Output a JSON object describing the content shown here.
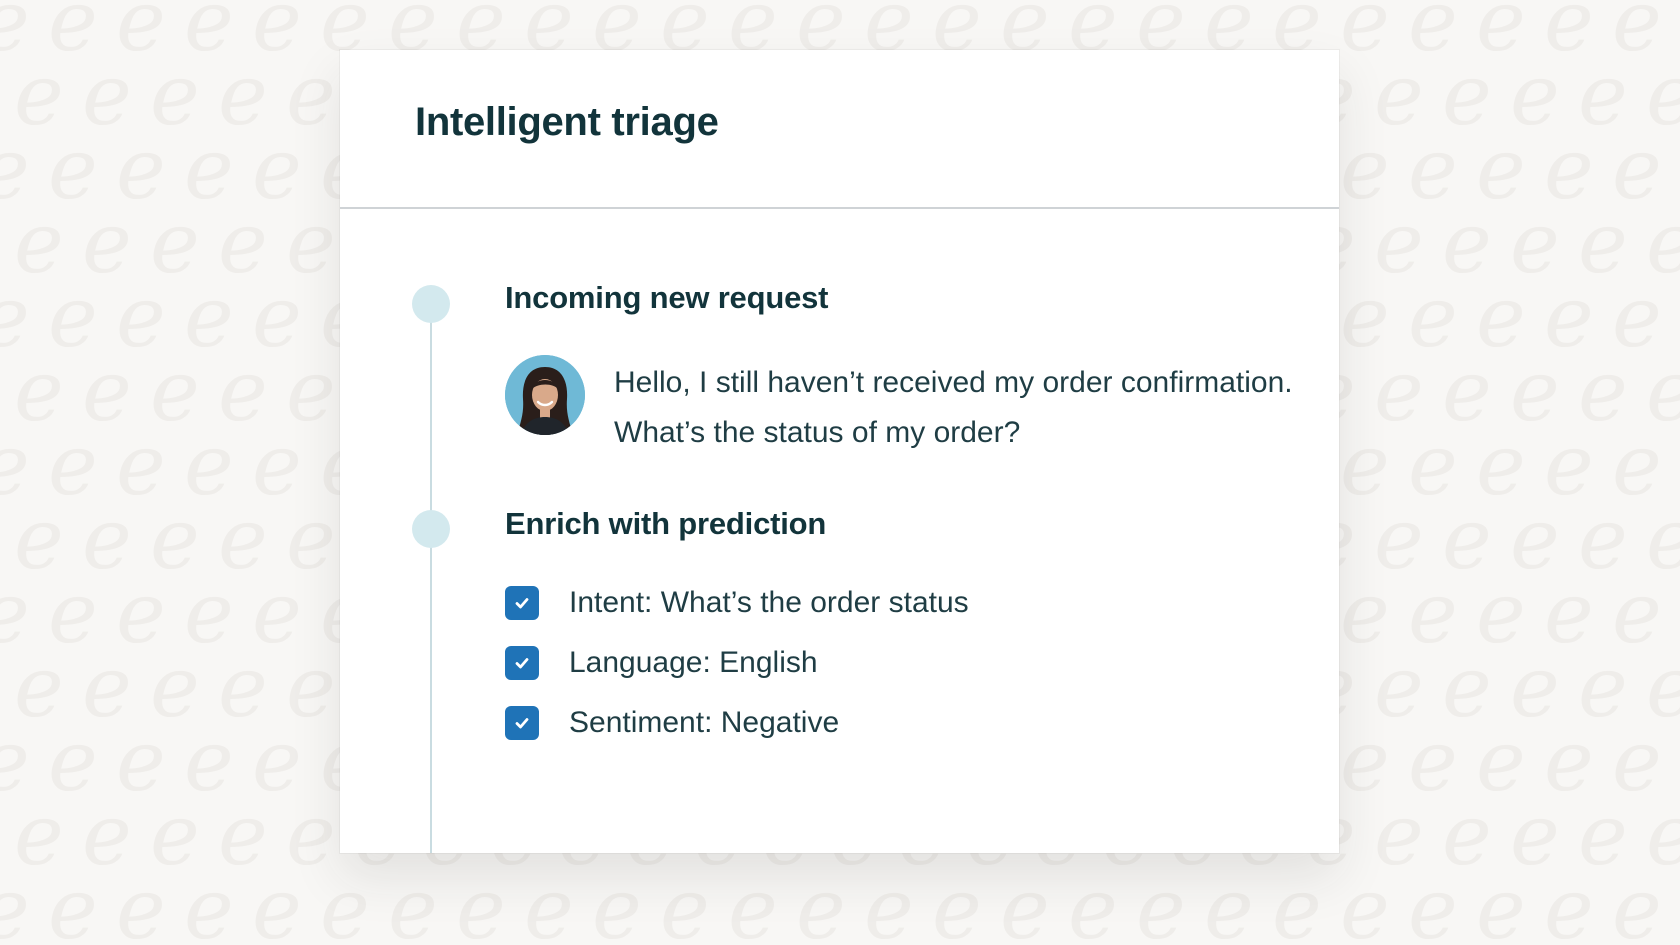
{
  "card": {
    "title": "Intelligent triage"
  },
  "steps": [
    {
      "heading": "Incoming new request",
      "message": "Hello, I still haven’t received my order confirmation. What’s the status of my order?"
    },
    {
      "heading": "Enrich with prediction",
      "predictions": [
        {
          "label": "Intent: What’s the order status",
          "checked": true
        },
        {
          "label": "Language: English",
          "checked": true
        },
        {
          "label": "Sentiment: Negative",
          "checked": true
        }
      ]
    }
  ],
  "colors": {
    "background": "#f8f7f5",
    "pattern_glyph": "#efedea",
    "card": "#ffffff",
    "title_text": "#12343b",
    "body_text": "#1f3d44",
    "divider": "#cfd3d6",
    "timeline_line": "#c9dce1",
    "timeline_dot": "#d3e9ee",
    "checkbox": "#1f73b7",
    "avatar_bg": "#6fb9d6"
  },
  "icons": {
    "checkbox": "checkmark-icon",
    "avatar": "customer-avatar"
  }
}
